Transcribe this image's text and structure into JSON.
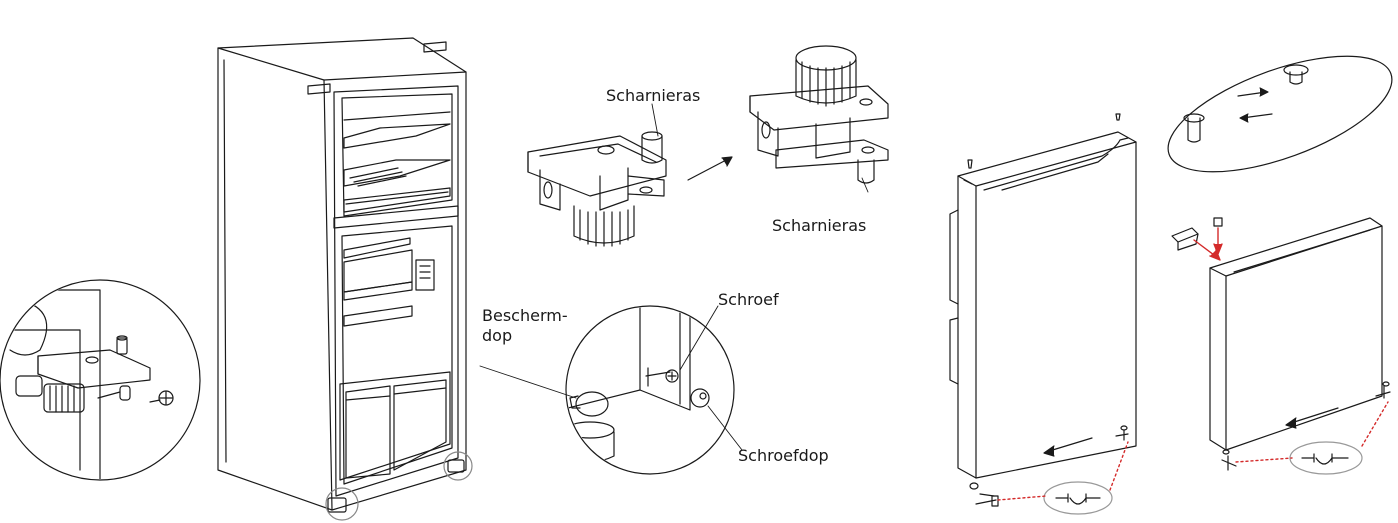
{
  "labels": {
    "hinge_pin_top": "Scharnieras",
    "hinge_pin_right": "Scharnieras",
    "protective_cap_line1": "Bescherm-",
    "protective_cap_line2": "dop",
    "screw": "Schroef",
    "screw_cap": "Schroefdop"
  },
  "colors": {
    "line": "#1a1a1a",
    "accent": "#d42a2a",
    "shade": "#e8e8e8"
  }
}
